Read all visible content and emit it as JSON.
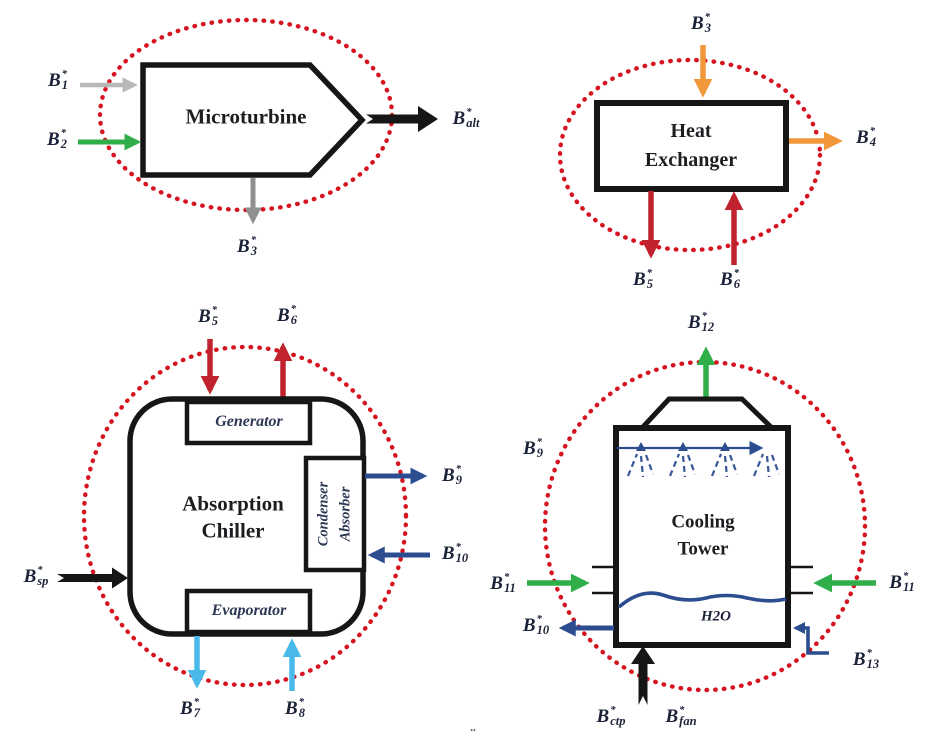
{
  "palette": {
    "label_ink": "#1c2238",
    "dotted_red": "#d51420",
    "gray_light": "#b7b8ba",
    "gray_dark": "#8e9092",
    "green": "#30ae4a",
    "orange": "#f2973a",
    "crimson": "#c0232e",
    "navy": "#2c4d8f",
    "cyan": "#49b9e9",
    "black": "#161616"
  },
  "units": {
    "microturbine": {
      "title": "Microturbine",
      "flows": {
        "b1": {
          "base": "B",
          "sup": "*",
          "sub": "1"
        },
        "b2": {
          "base": "B",
          "sup": "*",
          "sub": "2"
        },
        "b_alt": {
          "base": "B",
          "sup": "*",
          "sub": "alt"
        },
        "b3": {
          "base": "B",
          "sup": "*",
          "sub": "3"
        }
      }
    },
    "heat_exchanger": {
      "title_line1": "Heat",
      "title_line2": "Exchanger",
      "flows": {
        "b3": {
          "base": "B",
          "sup": "*",
          "sub": "3"
        },
        "b4": {
          "base": "B",
          "sup": "*",
          "sub": "4"
        },
        "b5": {
          "base": "B",
          "sup": "*",
          "sub": "5"
        },
        "b6": {
          "base": "B",
          "sup": "*",
          "sub": "6"
        }
      }
    },
    "absorption_chiller": {
      "title_line1": "Absorption",
      "title_line2": "Chiller",
      "generator_label": "Generator",
      "condenser_label": "Condenser",
      "absorber_label": "Absorber",
      "evaporator_label": "Evaporator",
      "flows": {
        "b5": {
          "base": "B",
          "sup": "*",
          "sub": "5"
        },
        "b6": {
          "base": "B",
          "sup": "*",
          "sub": "6"
        },
        "b9": {
          "base": "B",
          "sup": "*",
          "sub": "9"
        },
        "b10": {
          "base": "B",
          "sup": "*",
          "sub": "10"
        },
        "b_sp": {
          "base": "B",
          "sup": "*",
          "sub": "sp"
        },
        "b7": {
          "base": "B",
          "sup": "*",
          "sub": "7"
        },
        "b8": {
          "base": "B",
          "sup": "*",
          "sub": "8"
        }
      }
    },
    "cooling_tower": {
      "title_line1": "Cooling",
      "title_line2": "Tower",
      "water_label": "H2O",
      "flows": {
        "b12": {
          "base": "B",
          "sup": "*",
          "sub": "12"
        },
        "b9": {
          "base": "B",
          "sup": "*",
          "sub": "9"
        },
        "b11_left": {
          "base": "B",
          "sup": "*",
          "sub": "11"
        },
        "b11_right": {
          "base": "B",
          "sup": "*",
          "sub": "11"
        },
        "b10": {
          "base": "B",
          "sup": "*",
          "sub": "10"
        },
        "b13": {
          "base": "B",
          "sup": "*",
          "sub": "13"
        },
        "b_ctp": {
          "base": "B",
          "sup": "*",
          "sub": "ctp"
        },
        "b_fan": {
          "base": "B",
          "sup": "*",
          "sub": "fan"
        }
      }
    }
  },
  "page_artifact": ".."
}
